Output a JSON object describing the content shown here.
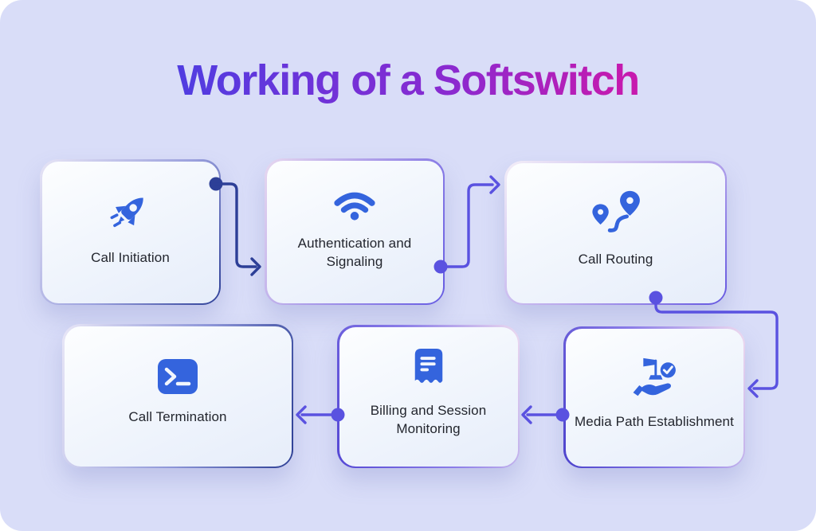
{
  "title": {
    "text": "Working of a Softswitch"
  },
  "colors": {
    "page_bg": "#ffffff",
    "panel_bg": "#d9ddf8",
    "icon_blue": "#3464dd",
    "connector_navy": "#2d3f97",
    "connector_indigo": "#5a52e0",
    "label_text": "#23262e",
    "title_gradient_start": "#2b4ae8",
    "title_gradient_mid": "#8a2ad0",
    "title_gradient_end": "#ed0f9e"
  },
  "steps": [
    {
      "label": "Call Initiation",
      "icon": "rocket-icon"
    },
    {
      "label": "Authentication and Signaling",
      "icon": "wifi-icon"
    },
    {
      "label": "Call Routing",
      "icon": "route-icon"
    },
    {
      "label": "Media Path Establishment",
      "icon": "hand-flag-check-icon"
    },
    {
      "label": "Billing and Session Monitoring",
      "icon": "receipt-icon"
    },
    {
      "label": "Call Termination",
      "icon": "terminal-icon"
    }
  ]
}
